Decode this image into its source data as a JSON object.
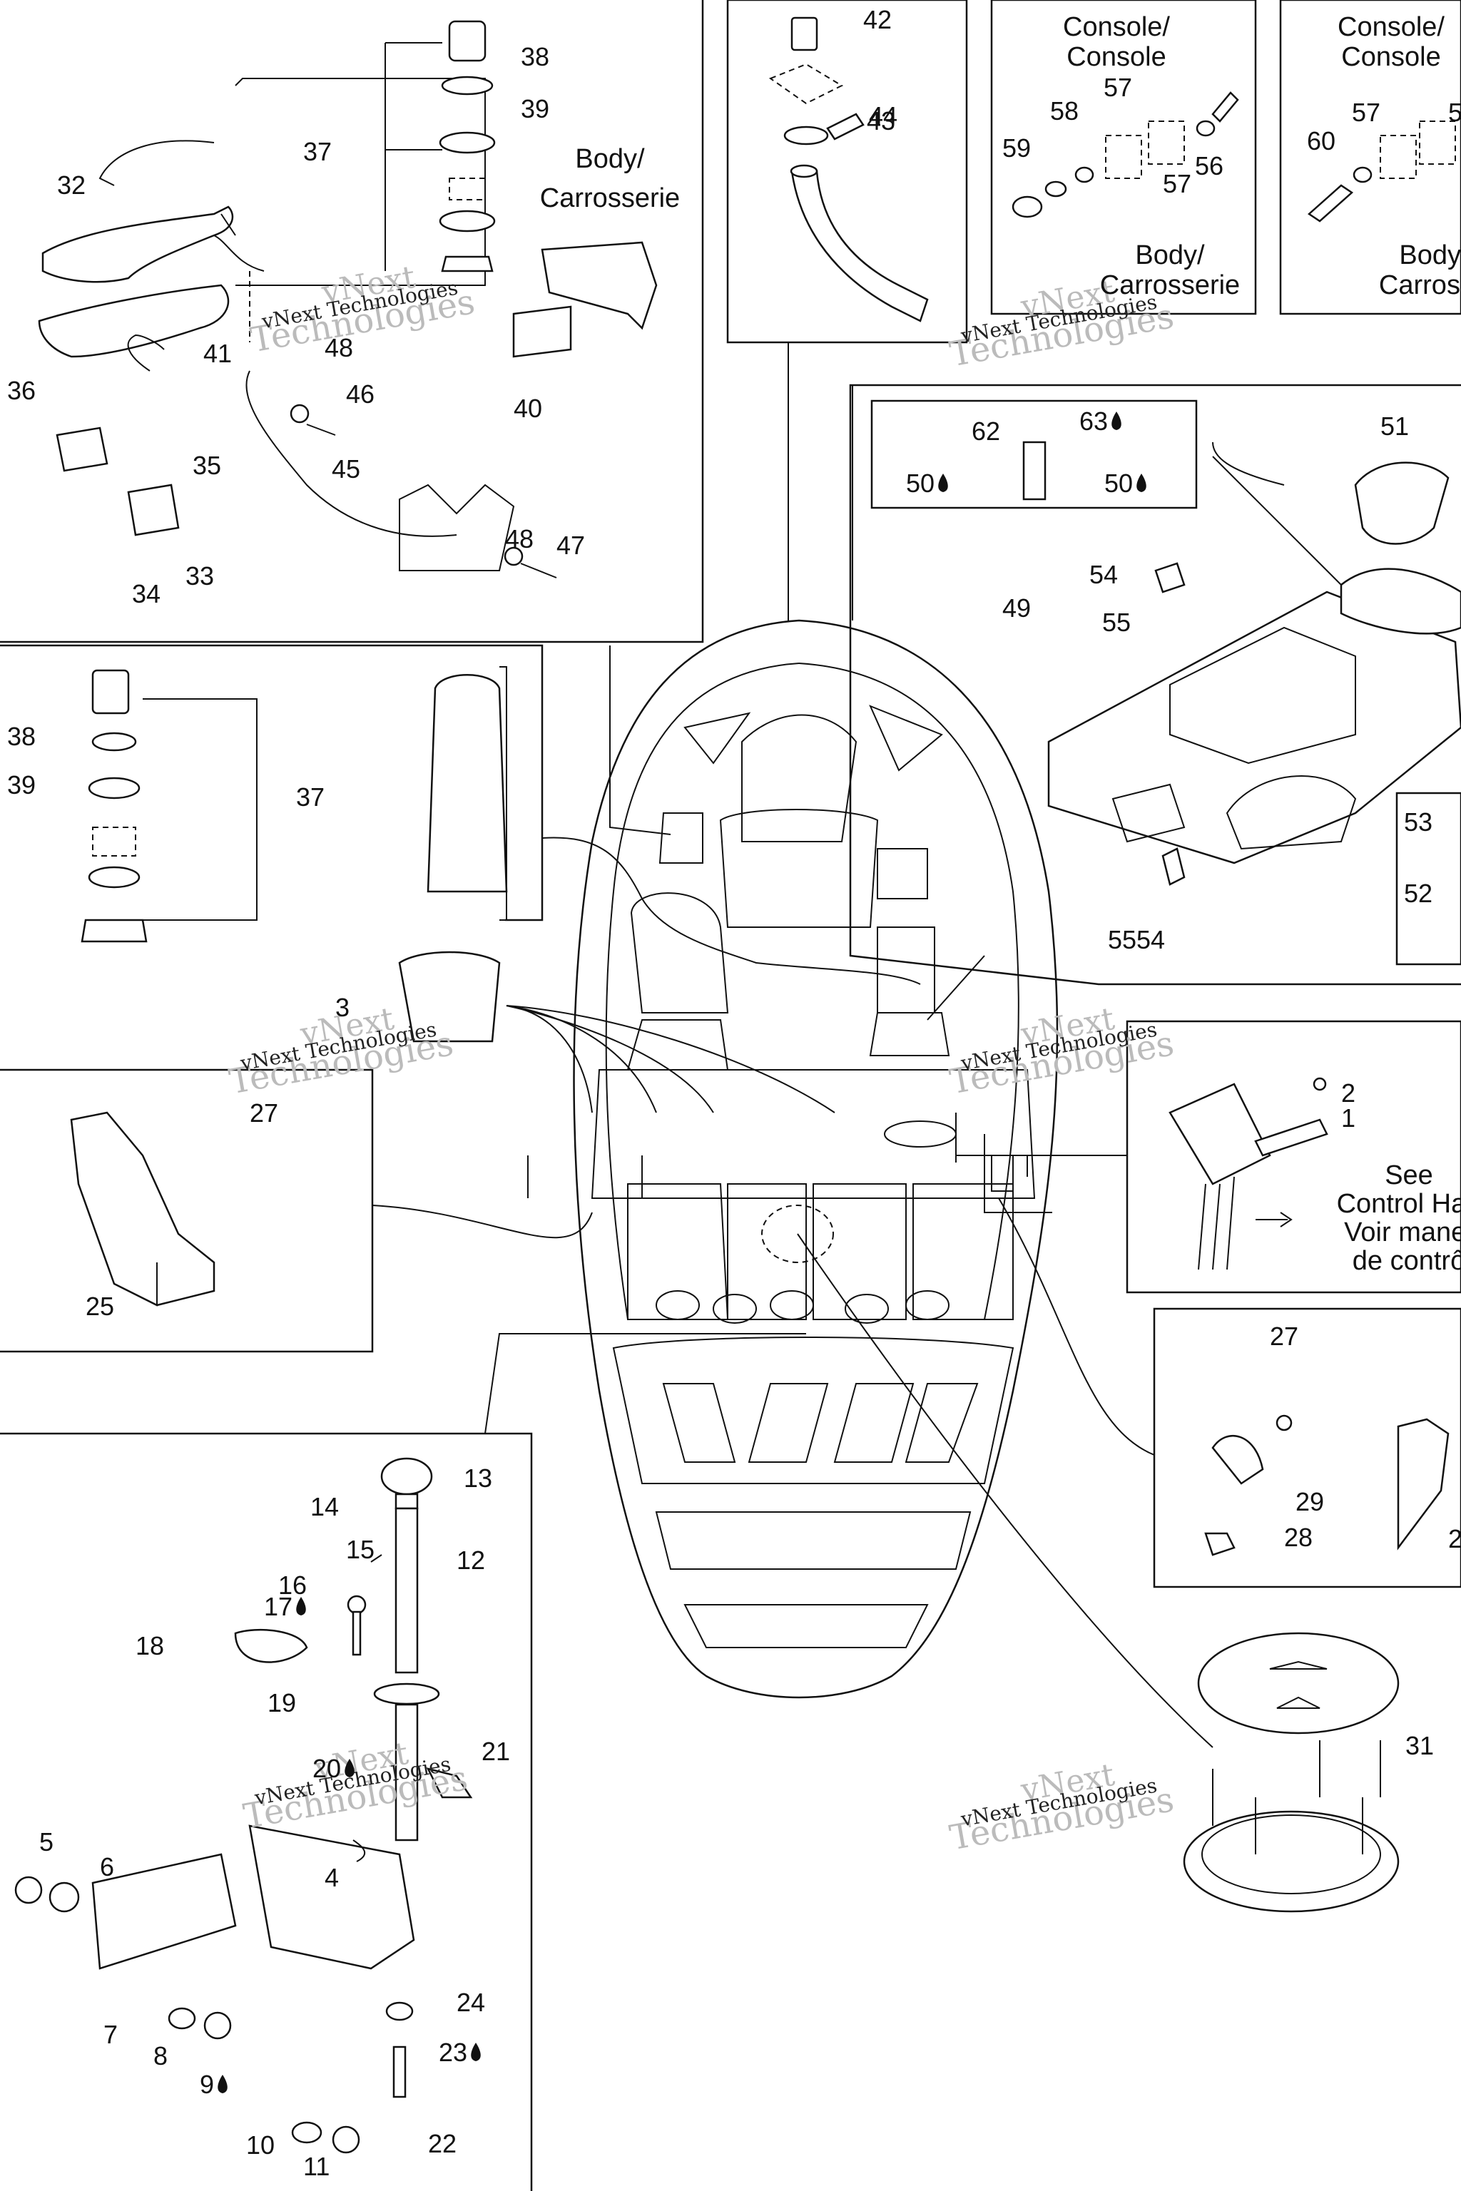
{
  "diagram": {
    "text_labels": {
      "body_a": [
        "Body/",
        "Carrosserie"
      ],
      "body_b": [
        "Body/",
        "Carrosserie"
      ],
      "body_c": [
        "Body/",
        "Carrosse"
      ],
      "console_a": [
        "Console/",
        "Console"
      ],
      "console_b": [
        "Console/",
        "Console"
      ],
      "see_note": [
        "See",
        "Control Han",
        "Voir manet",
        "de contrô"
      ]
    },
    "callouts": [
      {
        "num": "1"
      },
      {
        "num": "2"
      },
      {
        "num": "3"
      },
      {
        "num": "4"
      },
      {
        "num": "5"
      },
      {
        "num": "6"
      },
      {
        "num": "7"
      },
      {
        "num": "8"
      },
      {
        "num": "9",
        "drop": true
      },
      {
        "num": "10"
      },
      {
        "num": "11"
      },
      {
        "num": "12"
      },
      {
        "num": "13"
      },
      {
        "num": "14"
      },
      {
        "num": "15"
      },
      {
        "num": "16"
      },
      {
        "num": "17",
        "drop": true
      },
      {
        "num": "18"
      },
      {
        "num": "19"
      },
      {
        "num": "20",
        "drop": true
      },
      {
        "num": "21"
      },
      {
        "num": "22"
      },
      {
        "num": "23",
        "drop": true
      },
      {
        "num": "24"
      },
      {
        "num": "25"
      },
      {
        "num": "27"
      },
      {
        "num": "27"
      },
      {
        "num": "28"
      },
      {
        "num": "29"
      },
      {
        "num": "2"
      },
      {
        "num": "31"
      },
      {
        "num": "32"
      },
      {
        "num": "33"
      },
      {
        "num": "34"
      },
      {
        "num": "35"
      },
      {
        "num": "36"
      },
      {
        "num": "37"
      },
      {
        "num": "37"
      },
      {
        "num": "38"
      },
      {
        "num": "38"
      },
      {
        "num": "39"
      },
      {
        "num": "39"
      },
      {
        "num": "40"
      },
      {
        "num": "41"
      },
      {
        "num": "42"
      },
      {
        "num": "43"
      },
      {
        "num": "44"
      },
      {
        "num": "45"
      },
      {
        "num": "46"
      },
      {
        "num": "47"
      },
      {
        "num": "48"
      },
      {
        "num": "48"
      },
      {
        "num": "49"
      },
      {
        "num": "50",
        "drop": true
      },
      {
        "num": "50",
        "drop": true
      },
      {
        "num": "51"
      },
      {
        "num": "52"
      },
      {
        "num": "53"
      },
      {
        "num": "54"
      },
      {
        "num": "54"
      },
      {
        "num": "55"
      },
      {
        "num": "55"
      },
      {
        "num": "56"
      },
      {
        "num": "57"
      },
      {
        "num": "57"
      },
      {
        "num": "57"
      },
      {
        "num": "5"
      },
      {
        "num": "58"
      },
      {
        "num": "59"
      },
      {
        "num": "60"
      },
      {
        "num": "62"
      },
      {
        "num": "63",
        "drop": true
      }
    ],
    "watermark": [
      "vNext",
      "Technologies",
      "vNext Technologies"
    ]
  }
}
